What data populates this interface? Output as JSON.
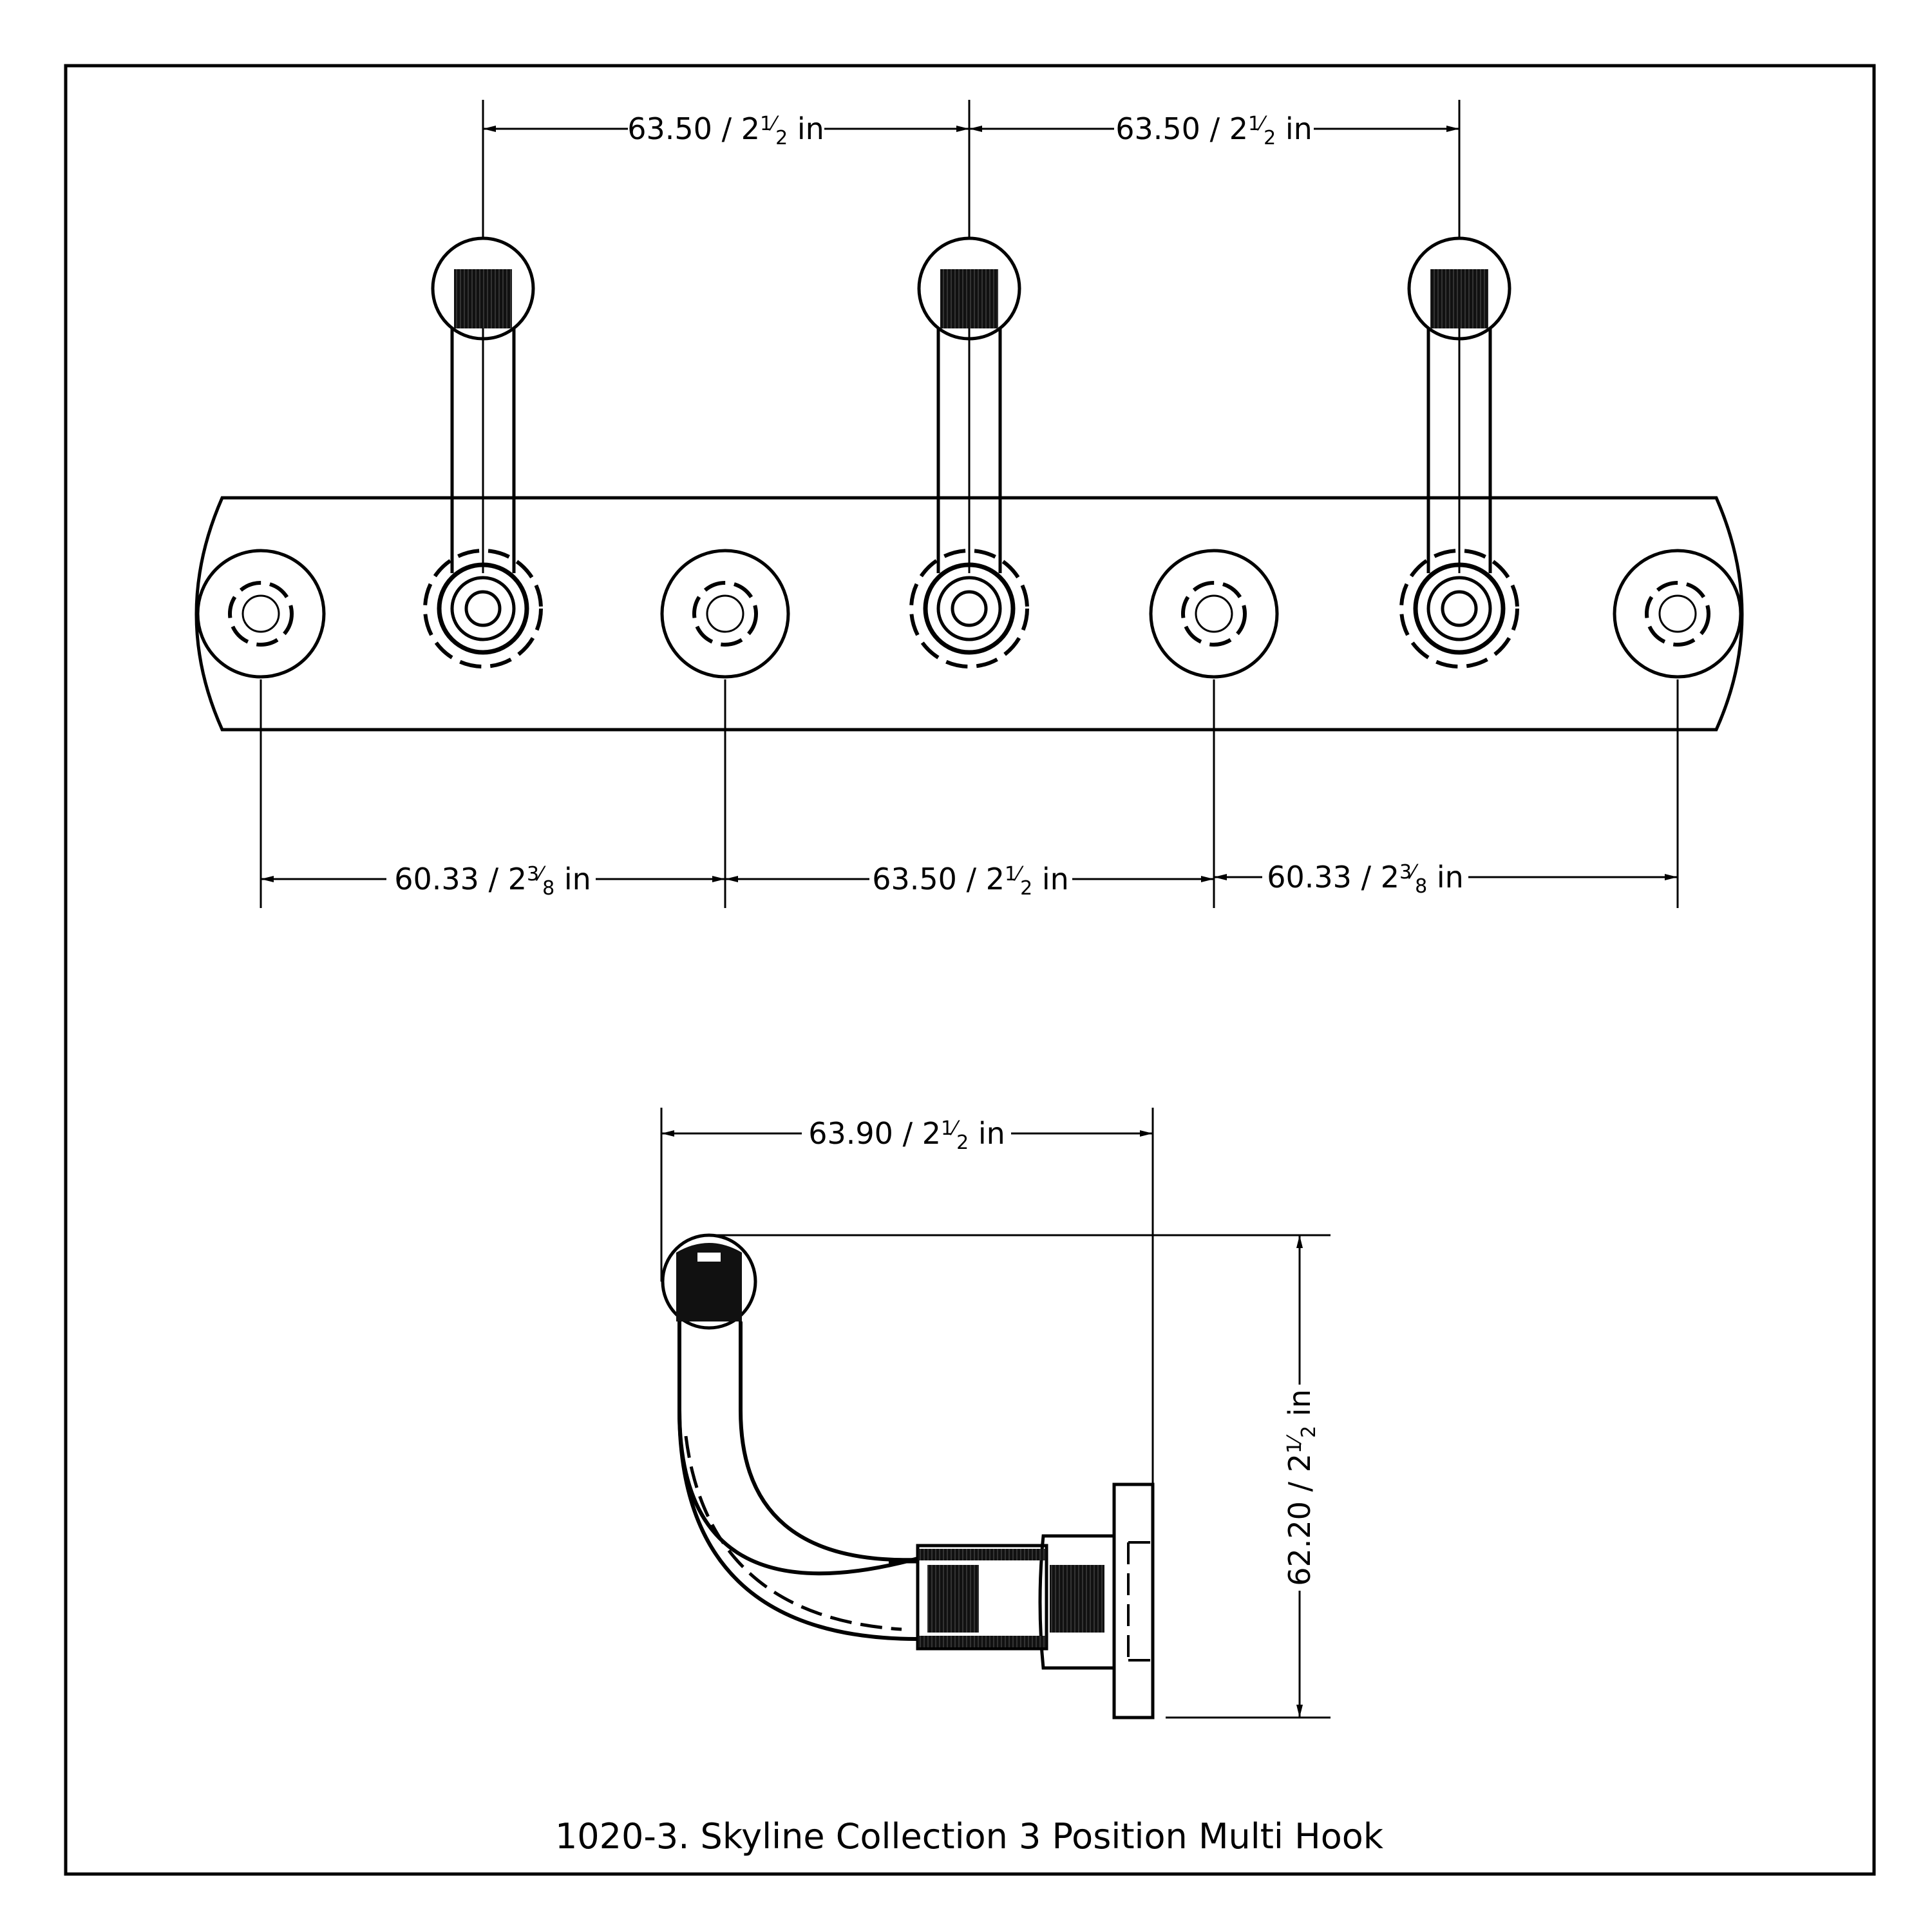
{
  "caption": "1020-3. Skyline Collection 3 Position Multi Hook",
  "front_view": {
    "top_dimensions": [
      {
        "mm": "63.50",
        "whole": "2",
        "num": "1",
        "den": "2",
        "unit": "in"
      },
      {
        "mm": "63.50",
        "whole": "2",
        "num": "1",
        "den": "2",
        "unit": "in"
      }
    ],
    "bottom_dimensions": [
      {
        "mm": "60.33",
        "whole": "2",
        "num": "3",
        "den": "8",
        "unit": "in"
      },
      {
        "mm": "63.50",
        "whole": "2",
        "num": "1",
        "den": "2",
        "unit": "in"
      },
      {
        "mm": "60.33",
        "whole": "2",
        "num": "3",
        "den": "8",
        "unit": "in"
      }
    ]
  },
  "side_view": {
    "width_dimension": {
      "mm": "63.90",
      "whole": "2",
      "num": "1",
      "den": "2",
      "unit": "in"
    },
    "height_dimension": {
      "mm": "62.20",
      "whole": "2",
      "num": "1",
      "den": "2",
      "unit": "in"
    }
  }
}
